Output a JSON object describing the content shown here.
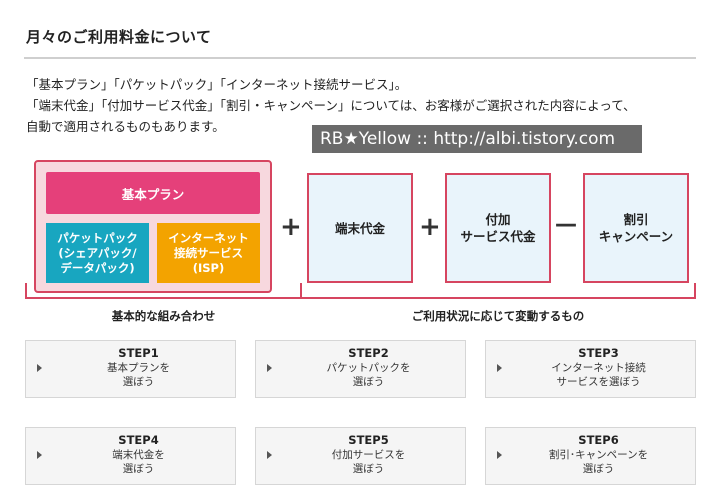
{
  "heading": "月々のご利用料金について",
  "intro": {
    "line1": "「基本プラン」「パケットパック」「インターネット接続サービス」。",
    "line2": "「端末代金」「付加サービス代金」「割引・キャンペーン」については、お客様がご選択された内容によって、",
    "line3": "自動で適用されるものもあります。"
  },
  "watermark": "RB★Yellow :: http://albi.tistory.com",
  "combo": {
    "basic_plan": "基本プラン",
    "packet_pack": "パケットパック\n(シェアパック/\nデータパック)",
    "isp": "インターネット\n接続サービス\n(ISP)"
  },
  "operators": {
    "plus1": "+",
    "plus2": "+",
    "minus": "－"
  },
  "fees": {
    "device": "端末代金",
    "addon": "付加\nサービス代金",
    "discount": "割引\nキャンペーン"
  },
  "brackets": {
    "left_label": "基本的な組み合わせ",
    "right_label": "ご利用状況に応じて変動するもの"
  },
  "steps": [
    {
      "title": "STEP1",
      "desc": "基本プランを\n選ぼう"
    },
    {
      "title": "STEP2",
      "desc": "パケットパックを\n選ぼう"
    },
    {
      "title": "STEP3",
      "desc": "インターネット接続\nサービスを選ぼう"
    },
    {
      "title": "STEP4",
      "desc": "端末代金を\n選ぼう"
    },
    {
      "title": "STEP5",
      "desc": "付加サービスを\n選ぼう"
    },
    {
      "title": "STEP6",
      "desc": "割引･キャンペーンを\n選ぼう"
    }
  ],
  "colors": {
    "accent_red": "#d64560",
    "basic_plan_pink": "#e5407a",
    "packet_teal": "#18a6c0",
    "isp_orange": "#f3a300",
    "fee_bg": "#e9f4fb",
    "combo_bg": "#f7d8de"
  }
}
